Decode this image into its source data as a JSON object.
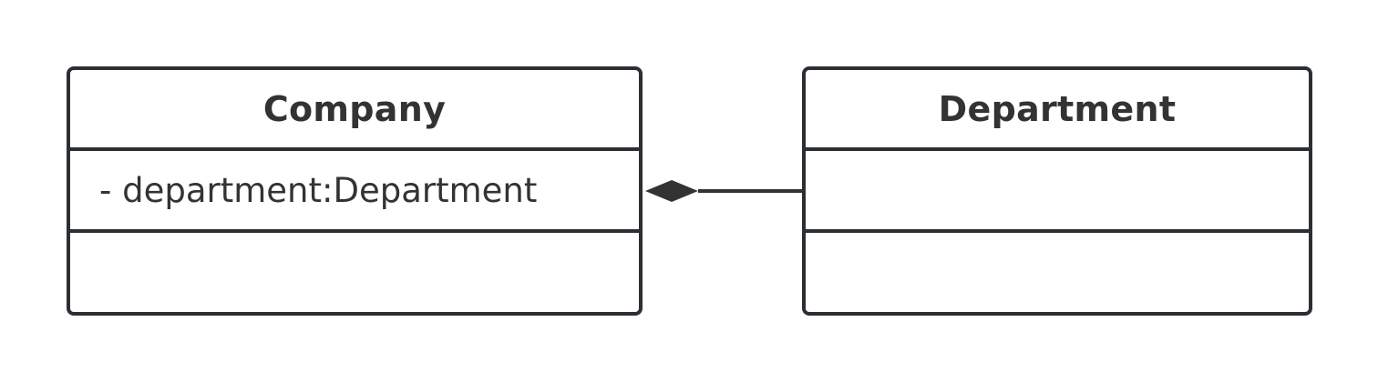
{
  "classes": {
    "company": {
      "name": "Company",
      "attributes": [
        "- department:Department"
      ]
    },
    "department": {
      "name": "Department",
      "attributes": []
    }
  },
  "relationship": {
    "type": "composition",
    "stroke_color": "#333333"
  },
  "colors": {
    "border": "#2b2f33",
    "text": "#333333",
    "background": "#ffffff"
  }
}
